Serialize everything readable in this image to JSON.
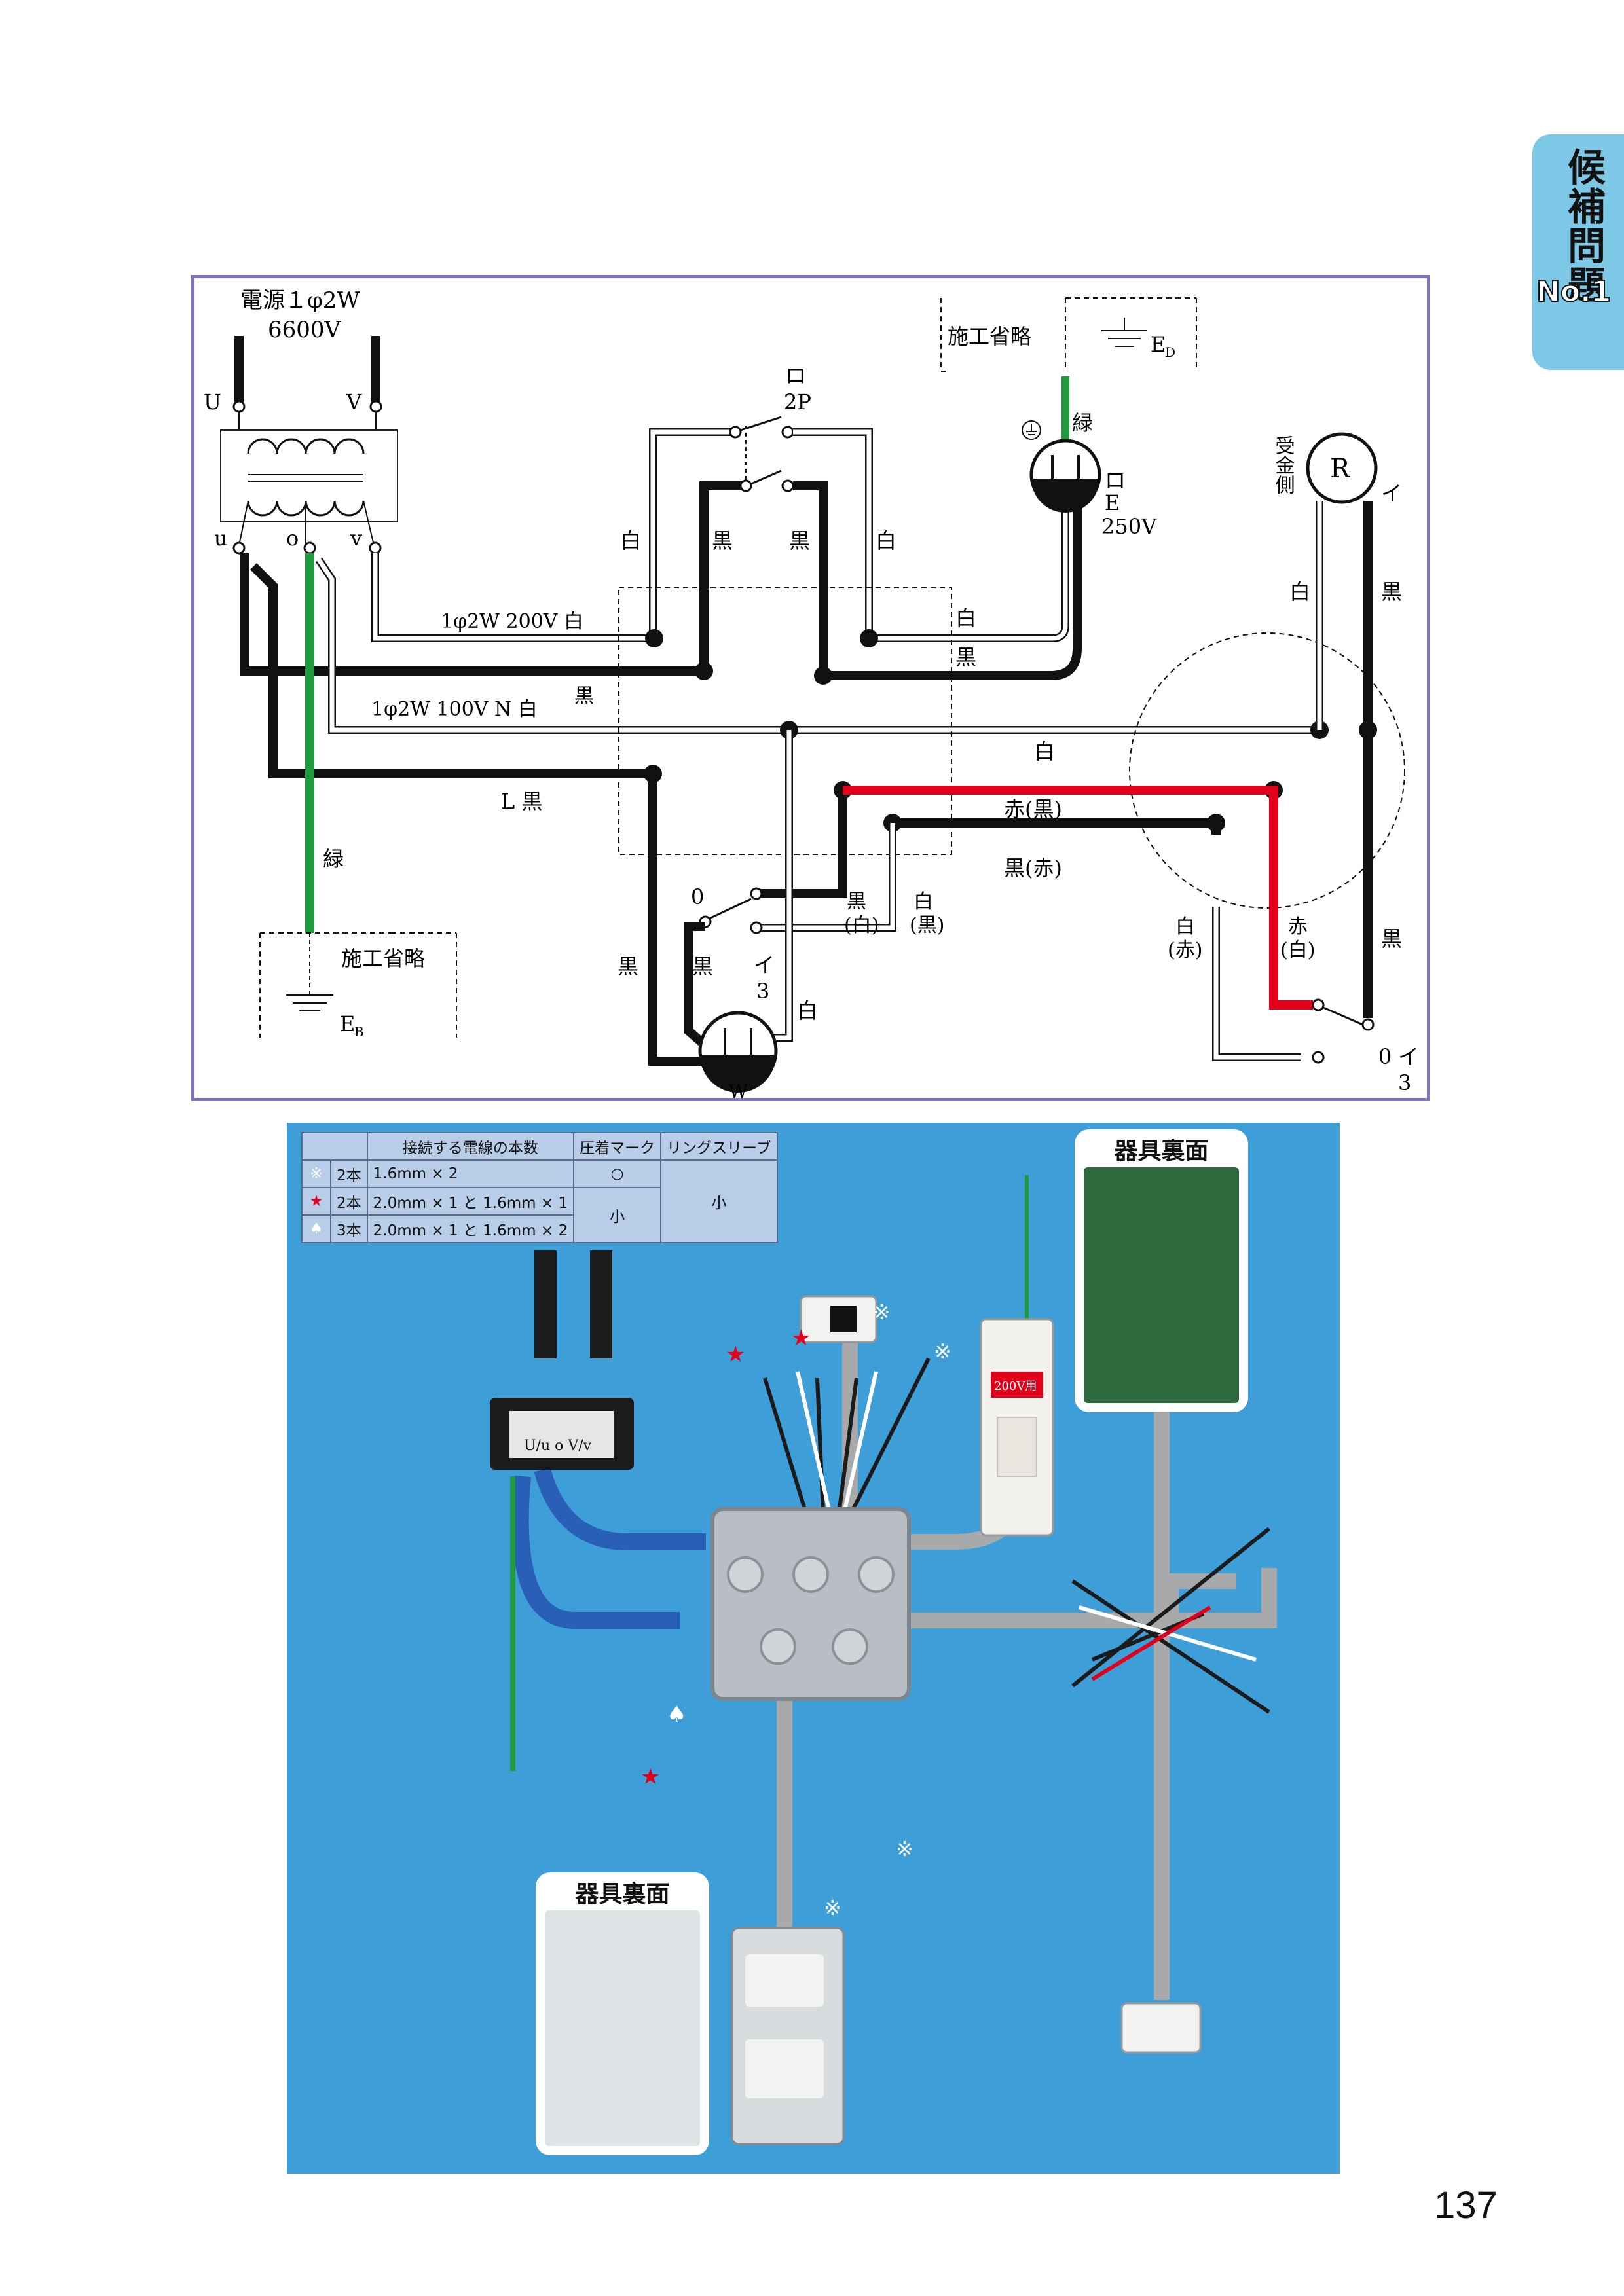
{
  "side_tab": {
    "title": "候補問題",
    "number": "No.1"
  },
  "schematic": {
    "power_label_1": "電源１φ2W",
    "power_label_2": "6600V",
    "terminal_U": "U",
    "terminal_V": "V",
    "terminal_u": "u",
    "terminal_o": "o",
    "terminal_v": "v",
    "switch_ro_letter": "ロ",
    "switch_ro_type": "2P",
    "shiko_top": "施工省略",
    "ground_ed": "E",
    "ground_ed_sub": "D",
    "green_top": "緑",
    "outlet_ro": "ロ",
    "outlet_e": "E",
    "outlet_v": "250V",
    "receiver_side": "受金側",
    "lamp_R": "R",
    "lamp_i": "イ",
    "lbl_shiro_1": "白",
    "lbl_kuro_1": "黒",
    "lbl_kuro_2": "黒",
    "lbl_shiro_2": "白",
    "lbl_200v": "1φ2W 200V 白",
    "lbl_kuro_3": "黒",
    "lbl_shiro_3": "白",
    "lbl_kuro_4": "黒",
    "lbl_100v": "1φ2W 100V N 白",
    "lbl_shiro_4": "白",
    "lbl_kuro_5": "黒",
    "lbl_shiro_main": "白",
    "lbl_L": "L 黒",
    "lbl_aka_kuro": "赤(黒)",
    "lbl_kuro_aka": "黒(赤)",
    "green_bottom": "緑",
    "shiko_bottom": "施工省略",
    "ground_eb": "E",
    "ground_eb_sub": "B",
    "sw3_0": "0",
    "sw3_i": "イ",
    "sw3_3": "3",
    "lbl_kuro_shiro_1": "黒",
    "lbl_kuro_shiro_2": "(白)",
    "lbl_shiro_kuro_1": "白",
    "lbl_shiro_kuro_2": "(黒)",
    "lbl_kuro_6": "黒",
    "lbl_kuro_7": "黒",
    "lbl_shiro_5": "白",
    "outlet_W": "W",
    "lbl_shiro_aka_1": "白",
    "lbl_shiro_aka_2": "(赤)",
    "lbl_aka_shiro_1": "赤",
    "lbl_aka_shiro_2": "(白)",
    "lbl_kuro_8": "黒",
    "sw3b_0": "0",
    "sw3b_i": "イ",
    "sw3b_3": "3"
  },
  "table": {
    "header_count": "接続する電線の本数",
    "header_crimp": "圧着マーク",
    "header_sleeve": "リングスリーブ",
    "rows": [
      {
        "symbol": "※",
        "count": "2本",
        "wires": "1.6mm × 2",
        "crimp": "○"
      },
      {
        "symbol": "★",
        "count": "2本",
        "wires": "2.0mm × 1 と 1.6mm × 1",
        "crimp": "小"
      },
      {
        "symbol": "♠",
        "count": "3本",
        "wires": "2.0mm × 1 と 1.6mm × 2",
        "crimp": ""
      }
    ],
    "sleeve": "小"
  },
  "photo": {
    "inset_top_title": "器具裏面",
    "inset_bottom_title": "器具裏面",
    "outlet_label": "200V用",
    "terminal_label": "U/u  o  V/v",
    "marks": [
      "※",
      "★",
      "★",
      "※",
      "♠",
      "★",
      "※",
      "※"
    ]
  },
  "page_number": "137",
  "colors": {
    "frame": "#7c76b8",
    "photo_bg": "#3d9ed8",
    "green_wire": "#1f9a3c",
    "red_wire": "#e3001b",
    "tab": "#7cc8e6"
  }
}
